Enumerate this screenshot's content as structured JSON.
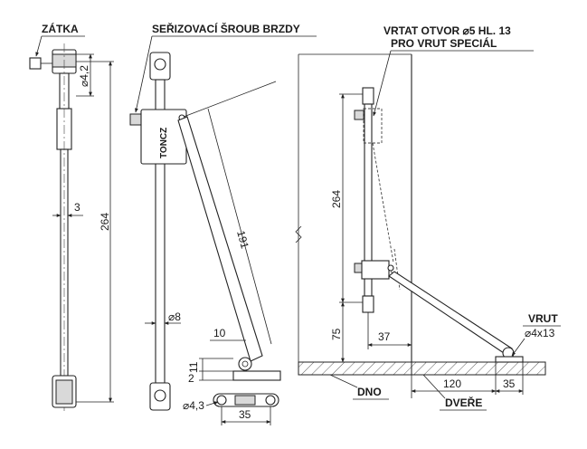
{
  "labels": {
    "plug": "ZÁTKA",
    "brake_screw": "SEŘIZOVACÍ ŠROUB BRZDY",
    "hole_line1": "VRTAT OTVOR ⌀5 HL. 13",
    "hole_line2": "PRO VRUT SPECIÁL",
    "screw": "VRUT",
    "screw_size": "⌀4x13",
    "bottom": "DNO",
    "door": "DVEŘE",
    "brand": "TONCZ"
  },
  "dimensions": {
    "d_4_2": "⌀4,2",
    "d_3": "3",
    "total_264": "264",
    "arm_191": "191",
    "d_8": "⌀8",
    "d_10": "10",
    "d_11": "11",
    "d_2": "2",
    "d_4_3": "⌀4,3",
    "d_35_left": "35",
    "mount_264": "264",
    "mount_75": "75",
    "mount_37": "37",
    "mount_120": "120",
    "mount_35_right": "35"
  }
}
